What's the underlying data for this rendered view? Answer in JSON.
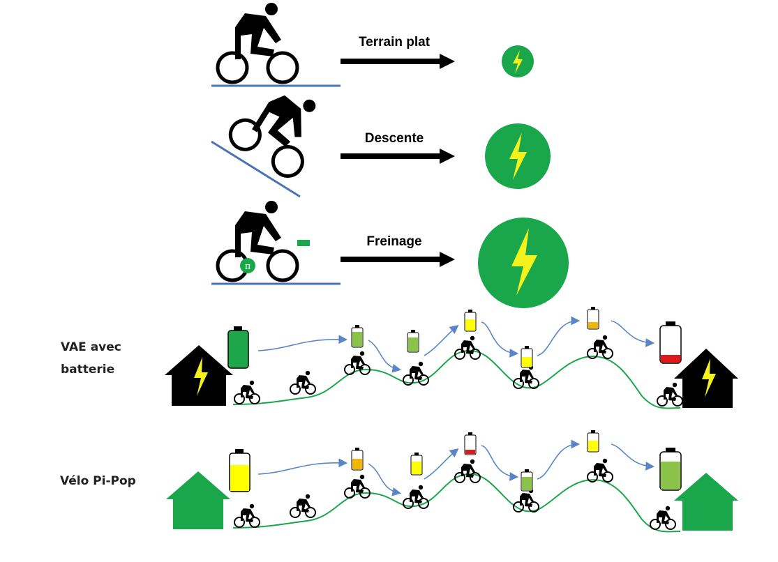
{
  "conditions": [
    {
      "label": "Terrain plat",
      "energy_level": "small"
    },
    {
      "label": "Descente",
      "energy_level": "medium"
    },
    {
      "label": "Freinage",
      "energy_level": "large"
    }
  ],
  "freinage_wheel_symbol": "π",
  "rows": [
    {
      "label": "VAE avec batterie",
      "line1": "VAE avec",
      "line2": "batterie",
      "house_color": "#000000"
    },
    {
      "label": "Vélo Pi-Pop",
      "house_color": "#1aa64a"
    }
  ],
  "colors": {
    "energy_green": "#1aa64a",
    "bolt_yellow": "#f4f21c",
    "ground_blue": "#4a72b8",
    "trail_green": "#1aa64a",
    "arrow_blue": "#5a86c8",
    "battery_green": "#1ea64a",
    "battery_light_green": "#8bc34a",
    "battery_yellow": "#ffff00",
    "battery_orange": "#f2b705",
    "battery_red": "#e0181b"
  },
  "icons": [
    "cyclist-icon",
    "lightning-bolt-icon",
    "battery-icon",
    "house-icon",
    "arrow-icon"
  ]
}
